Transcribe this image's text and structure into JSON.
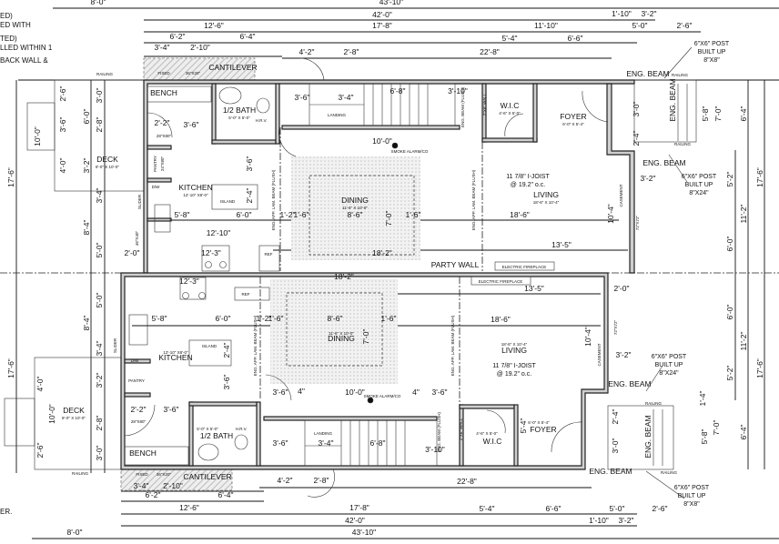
{
  "title": "Semi-detached main floor plan",
  "side_notes": [
    "ED)",
    "ED WITH",
    "TED)",
    "LLED WITHIN 1",
    "BACK WALL &",
    "ER."
  ],
  "top_unit": {
    "dimensions": [
      "8'-0\"",
      "43'-10\"",
      "42'-0\"",
      "12'-6\"",
      "17'-8\"",
      "11'-10\"",
      "1'-10\"",
      "3'-2\"",
      "5'-0\"",
      "2'-6\"",
      "6'-2\"",
      "6'-4\"",
      "5'-4\"",
      "6'-6\"",
      "3'-4\"",
      "2'-10\"",
      "4'-2\"",
      "2'-8\"",
      "22'-8\"",
      "2'-2\"",
      "3'-6\"",
      "5'-8\"",
      "6'-0\"",
      "12'-10\"",
      "2'-0\"",
      "12'-3\"",
      "8'-6\"",
      "1'-2\"",
      "1'-6\"",
      "1'-6\"",
      "18'-2\"",
      "10'-0\"",
      "3'-4\"",
      "3'-6\"",
      "6'-8\"",
      "3'-10\"",
      "18'-6\"",
      "13'-5\"",
      "3'-2\"",
      "17'-6\"",
      "2'-6\"",
      "3'-6\"",
      "4'-0\"",
      "10'-0\"",
      "6'-0\"",
      "3'-2\"",
      "8'-4\"",
      "3'-0\"",
      "2'-8\"",
      "3'-4\"",
      "5'-0\"",
      "3'-6\"",
      "2'-4\"",
      "7'-0\"",
      "10'-4\"",
      "3'-0\"",
      "2'-4\"",
      "5'-8\"",
      "7'-0\"",
      "6'-4\"",
      "17'-6\"",
      "5'-2\"",
      "11'-2\"",
      "6'-0\""
    ],
    "labels": [
      "BENCH",
      "1/2 BATH",
      "5'-0\" X 5'-0\"",
      "H.R.V.",
      "28\"X80\"",
      "DECK",
      "8'-0\" X 10'-0\"",
      "PANTRY",
      "24\"X80\"",
      "D/W",
      "SLIDER",
      "KITCHEN",
      "12'-10\" X8'-0\"",
      "ISLAND",
      "REF",
      "46\"X40\"",
      "DINING",
      "11'-6\" X 10'-0\"",
      "SMOKE ALARM/CO",
      "LANDING",
      "W.I.C",
      "4'-6\" X 5'-0\"",
      "FOYER",
      "6'-0\" X 5'-4\"",
      "11 7/8\" I-JOIST",
      "@ 19.2\" o.c.",
      "LIVING",
      "18'-6\" X 10'-4\"",
      "PARTY WALL",
      "ELECTRIC FIREPLACE",
      "CASEMENT",
      "72\"X72\"",
      "ENG. BEAM",
      "RAILING",
      "ENG. BEAM",
      "RAILING",
      "ENG. BEAM",
      "CANTILEVER",
      "FIXED",
      "36\"X20\"",
      "RAILING",
      "ENG. APP. LAM. BEAM (FLUSH)",
      "ENG. APP. LAM. BEAM (FLUSH)",
      "ENG. BEAM (FLUSH)",
      "2\"X6\" WALL",
      "6\"X6\" POST",
      "BUILT UP",
      "8\"X8\"",
      "6\"X6\" POST",
      "BUILT UP",
      "8\"X24\""
    ]
  },
  "bottom_unit": {
    "dimensions": [
      "12'-3\"",
      "5'-8\"",
      "6'-0\"",
      "8'-6\"",
      "1'-2\"",
      "1'-6\"",
      "1'-6\"",
      "18'-2\"",
      "13'-5\"",
      "2'-0\"",
      "18'-6\"",
      "2'-2\"",
      "3'-6\"",
      "3'-6\"",
      "4\"",
      "10'-0\"",
      "4\"",
      "3'-6\"",
      "3'-4\"",
      "3'-6\"",
      "6'-8\"",
      "3'-10\"",
      "3'-2\"",
      "4'-2\"",
      "2'-8\"",
      "22'-8\"",
      "3'-4\"",
      "2'-10\"",
      "6'-2\"",
      "6'-4\"",
      "5'-4\"",
      "6'-6\"",
      "5'-0\"",
      "2'-6\"",
      "12'-6\"",
      "17'-8\"",
      "1'-10\"",
      "3'-2\"",
      "42'-0\"",
      "8'-0\"",
      "43'-10\"",
      "17'-6\"",
      "5'-0\"",
      "8'-4\"",
      "3'-4\"",
      "3'-2\"",
      "2'-8\"",
      "3'-0\"",
      "4'-0\"",
      "10'-0\"",
      "2'-6\"",
      "6'-0\"",
      "11'-2\"",
      "5'-2\"",
      "17'-6\"",
      "1'-4\"",
      "5'-8\"",
      "7'-0\"",
      "6'-4\"",
      "10'-4\"",
      "7'-0\"",
      "2'-4\"",
      "3'-6\"",
      "2'-4\"",
      "3'-0\"",
      "5'-4\""
    ],
    "labels": [
      "ELECTRIC FIREPLACE",
      "REF",
      "KITCHEN",
      "12'-10\" X8'-0\"",
      "ISLAND",
      "D/W",
      "PANTRY",
      "SLIDER",
      "DECK",
      "8'-0\" X 10'-0\"",
      "28\"X80\"",
      "1/2 BATH",
      "5'-0\" X 5'-0\"",
      "H.R.V.",
      "BENCH",
      "FIXED",
      "36\"X20\"",
      "CANTILEVER",
      "RAILING",
      "DINING",
      "11'-6\" X 10'-0\"",
      "SMOKE ALARM/CO",
      "LANDING",
      "ENG. BEAM (FLUSH)",
      "2\"X6\" WALL",
      "W.I.C",
      "4'-6\" X 5'-0\"",
      "FOYER",
      "6'-0\" X 5'-4\"",
      "LIVING",
      "18'-6\" X 10'-4\"",
      "11 7/8\" I-JOIST",
      "@ 19.2\" o.c.",
      "ENG. APP. LAM. BEAM (FLUSH)",
      "ENG. APP. LAM. BEAM (FLUSH)",
      "CASEMENT",
      "72\"X72\"",
      "ENG. BEAM",
      "RAILING",
      "ENG. BEAM",
      "ENG. BEAM",
      "RAILING",
      "6\"X6\" POST",
      "BUILT UP",
      "8\"X24\"",
      "6\"X6\" POST",
      "BUILT UP",
      "8\"X8\""
    ]
  }
}
